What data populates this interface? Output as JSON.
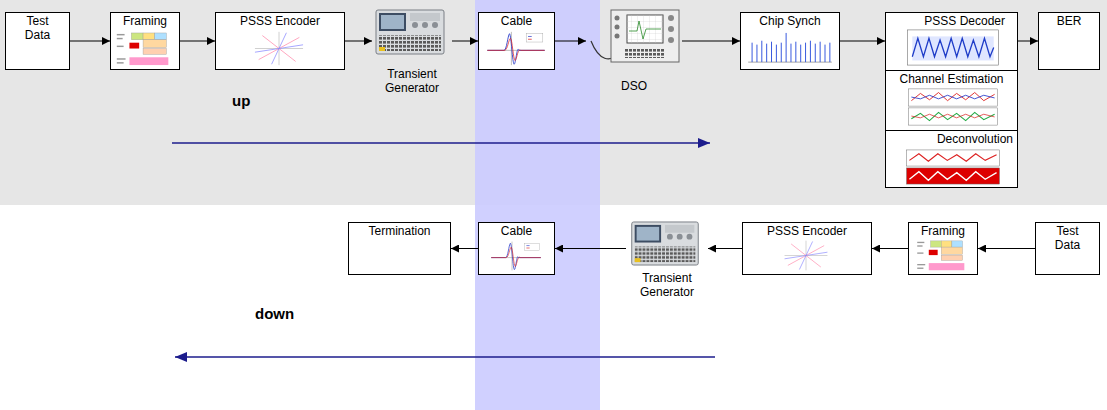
{
  "diagram": {
    "nodes": [
      {
        "text": [
          "Test Data"
        ]
      },
      {
        "text": [
          "Framing"
        ]
      },
      {
        "text": [
          "PSSS Encoder"
        ]
      },
      {
        "text": [
          "Transient Generator"
        ]
      },
      {
        "text": [
          "Cable"
        ]
      },
      {
        "text": [
          "DSO"
        ]
      },
      {
        "text": [
          "Chip Synch"
        ]
      },
      {
        "text": [
          "PSSS Decoder"
        ]
      },
      {
        "text": [
          "Channel Estimation"
        ]
      },
      {
        "text": [
          "Deconvolution"
        ]
      },
      {
        "text": [
          "BER"
        ]
      },
      {
        "text": [
          "Termination"
        ]
      },
      {
        "text": [
          "Cable"
        ]
      },
      {
        "text": [
          "Transient Generator"
        ]
      },
      {
        "text": [
          "PSSS Encoder"
        ]
      },
      {
        "text": [
          "Framing"
        ]
      },
      {
        "text": [
          "Test Data"
        ]
      }
    ],
    "edges": [
      {
        "from": 0,
        "to": 1,
        "arrow": "to"
      },
      {
        "from": 1,
        "to": 2,
        "arrow": "to"
      },
      {
        "from": 2,
        "to": 3,
        "arrow": "to"
      },
      {
        "from": 3,
        "to": 4,
        "arrow": "to"
      },
      {
        "from": 4,
        "to": 5,
        "arrow": "to"
      },
      {
        "from": 5,
        "to": 6,
        "arrow": "to"
      },
      {
        "from": 6,
        "to": 7,
        "arrow": "to"
      },
      {
        "from": 7,
        "to": 10,
        "arrow": "to"
      },
      {
        "from": 16,
        "to": 15,
        "arrow": "to"
      },
      {
        "from": 15,
        "to": 14,
        "arrow": "to"
      },
      {
        "from": 14,
        "to": 13,
        "arrow": "to"
      },
      {
        "from": 13,
        "to": 12,
        "arrow": "to"
      },
      {
        "from": 12,
        "to": 11,
        "arrow": "to"
      }
    ],
    "labels": [
      "up",
      "down"
    ]
  }
}
